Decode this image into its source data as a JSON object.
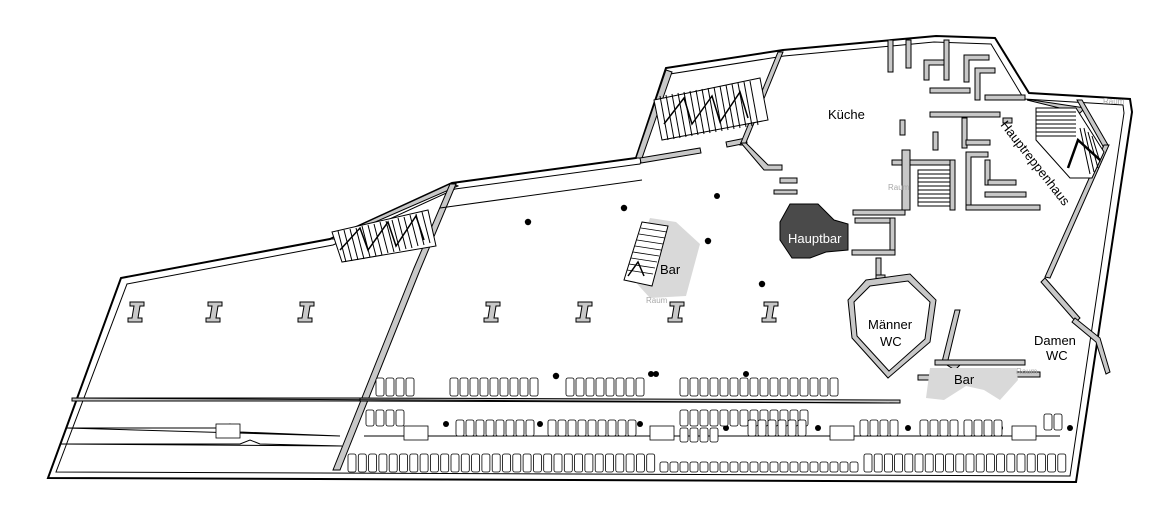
{
  "rooms": {
    "kitchen": "Küche",
    "main_stair": "Hauptreppenhaus",
    "main_bar": "Hauptbar",
    "bar_center": "Bar",
    "bar_right": "Bar",
    "mens_wc_line1": "Männer",
    "mens_wc_line2": "WC",
    "womens_wc_line1": "Damen",
    "womens_wc_line2": "WC"
  },
  "faint_labels": {
    "raum_bar_center": "Raum",
    "raum_top_right": "Raum",
    "raum_kitchen": "Raum",
    "raum_bar_right": "Raum"
  },
  "colors": {
    "wall_fill": "#c8c8c8",
    "hauptbar_fill": "#4a4a4a",
    "bar_fill": "#d9d9d9"
  }
}
